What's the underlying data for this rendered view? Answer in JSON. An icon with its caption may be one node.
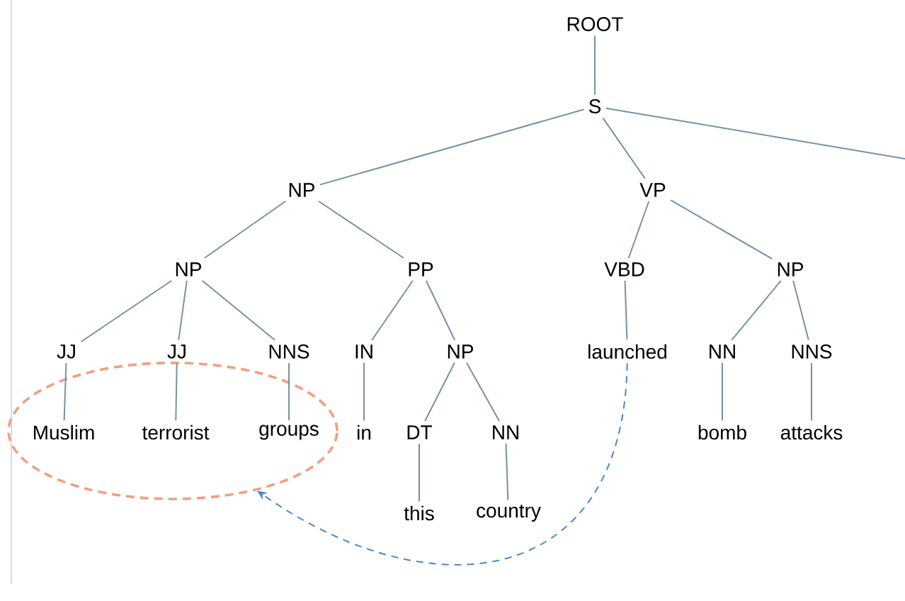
{
  "diagram": {
    "nodes": [
      {
        "text": [
          "ROOT"
        ]
      },
      {
        "text": [
          "S"
        ]
      },
      {
        "text": [
          "NP"
        ]
      },
      {
        "text": [
          "VP"
        ]
      },
      {
        "text": [
          "NP"
        ]
      },
      {
        "text": [
          "PP"
        ]
      },
      {
        "text": [
          "VBD"
        ]
      },
      {
        "text": [
          "NP"
        ]
      },
      {
        "text": [
          "JJ"
        ]
      },
      {
        "text": [
          "JJ"
        ]
      },
      {
        "text": [
          "NNS"
        ]
      },
      {
        "text": [
          "IN"
        ]
      },
      {
        "text": [
          "NP"
        ]
      },
      {
        "text": [
          "launched"
        ]
      },
      {
        "text": [
          "NN"
        ]
      },
      {
        "text": [
          "NNS"
        ]
      },
      {
        "text": [],
        "shape": "ellipse"
      },
      {
        "text": [
          "Muslim"
        ],
        "in": 16
      },
      {
        "text": [
          "terrorist"
        ],
        "in": 16
      },
      {
        "text": [
          "groups"
        ],
        "in": 16
      },
      {
        "text": [
          "in"
        ]
      },
      {
        "text": [
          "DT"
        ]
      },
      {
        "text": [
          "NN"
        ]
      },
      {
        "text": [
          "bomb"
        ]
      },
      {
        "text": [
          "attacks"
        ]
      },
      {
        "text": [
          "this"
        ]
      },
      {
        "text": [
          "country"
        ]
      }
    ],
    "edges": [
      {
        "from": 0,
        "to": 1,
        "arrow": "none"
      },
      {
        "from": 1,
        "to": 2,
        "arrow": "none"
      },
      {
        "from": 1,
        "to": 3,
        "arrow": "none"
      },
      {
        "from": 1,
        "to": null,
        "arrow": "none"
      },
      {
        "from": 2,
        "to": 4,
        "arrow": "none"
      },
      {
        "from": 2,
        "to": 5,
        "arrow": "none"
      },
      {
        "from": 3,
        "to": 6,
        "arrow": "none"
      },
      {
        "from": 3,
        "to": 7,
        "arrow": "none"
      },
      {
        "from": 4,
        "to": 8,
        "arrow": "none"
      },
      {
        "from": 4,
        "to": 9,
        "arrow": "none"
      },
      {
        "from": 4,
        "to": 10,
        "arrow": "none"
      },
      {
        "from": 5,
        "to": 11,
        "arrow": "none"
      },
      {
        "from": 5,
        "to": 12,
        "arrow": "none"
      },
      {
        "from": 6,
        "to": 13,
        "arrow": "none"
      },
      {
        "from": 7,
        "to": 14,
        "arrow": "none"
      },
      {
        "from": 7,
        "to": 15,
        "arrow": "none"
      },
      {
        "from": 8,
        "to": 17,
        "arrow": "none"
      },
      {
        "from": 9,
        "to": 18,
        "arrow": "none"
      },
      {
        "from": 10,
        "to": 19,
        "arrow": "none"
      },
      {
        "from": 11,
        "to": 20,
        "arrow": "none"
      },
      {
        "from": 12,
        "to": 21,
        "arrow": "none"
      },
      {
        "from": 12,
        "to": 22,
        "arrow": "none"
      },
      {
        "from": 14,
        "to": 23,
        "arrow": "none"
      },
      {
        "from": 15,
        "to": 24,
        "arrow": "none"
      },
      {
        "from": 21,
        "to": 25,
        "arrow": "none"
      },
      {
        "from": 22,
        "to": 26,
        "arrow": "none"
      },
      {
        "from": 13,
        "to": 16,
        "arrow": "to",
        "style": "dashed",
        "color": "#4a86d4"
      }
    ]
  }
}
